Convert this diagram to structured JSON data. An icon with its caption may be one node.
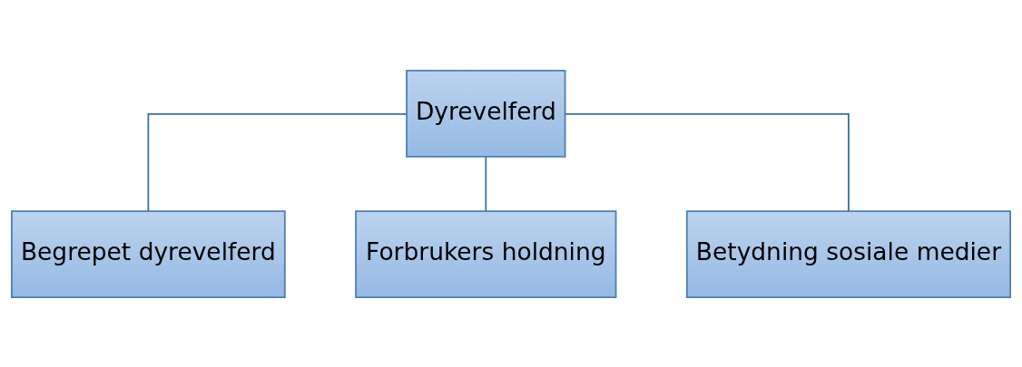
{
  "diagram": {
    "nodes": [
      {
        "text": [
          "Dyrevelferd"
        ]
      },
      {
        "text": [
          "Begrepet dyrevelferd"
        ]
      },
      {
        "text": [
          "Forbrukers holdning"
        ]
      },
      {
        "text": [
          "Betydning sosiale medier"
        ]
      }
    ],
    "edges": [
      {
        "from": 0,
        "to": 1,
        "arrow": "none"
      },
      {
        "from": 0,
        "to": 2,
        "arrow": "none"
      },
      {
        "from": 0,
        "to": 3,
        "arrow": "none"
      }
    ]
  }
}
